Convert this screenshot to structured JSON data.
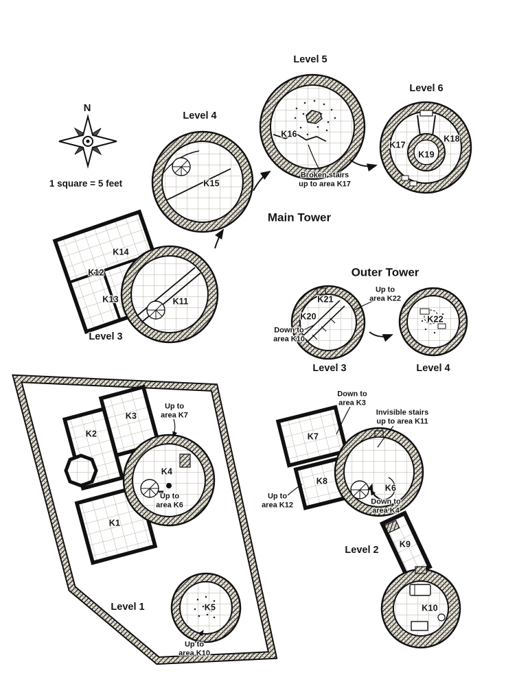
{
  "colors": {
    "ink": "#151515",
    "paper": "#ffffff",
    "grid_line": "#b5ad9e"
  },
  "legend": {
    "north": "N",
    "scale": "1 square = 5 feet"
  },
  "headings": {
    "main_tower": "Main Tower",
    "outer_tower": "Outer Tower"
  },
  "main_tower": {
    "level3": {
      "title": "Level 3",
      "rooms": {
        "k11": "K11",
        "k12": "K12",
        "k13": "K13",
        "k14": "K14"
      }
    },
    "level4": {
      "title": "Level 4",
      "rooms": {
        "k15": "K15"
      }
    },
    "level5": {
      "title": "Level 5",
      "rooms": {
        "k16": "K16"
      },
      "note": "Broken stairs\nup to area K17"
    },
    "level6": {
      "title": "Level 6",
      "rooms": {
        "k17": "K17",
        "k18": "K18",
        "k19": "K19"
      }
    }
  },
  "outer_tower": {
    "level3": {
      "title": "Level 3",
      "rooms": {
        "k20": "K20",
        "k21": "K21"
      },
      "notes": {
        "up_k22": "Up to\narea K22",
        "down_k10": "Down to\narea K10"
      }
    },
    "level4": {
      "title": "Level 4",
      "rooms": {
        "k22": "K22"
      }
    }
  },
  "level1": {
    "title": "Level 1",
    "rooms": {
      "k1": "K1",
      "k2": "K2",
      "k3": "K3",
      "k4": "K4",
      "k5": "K5"
    },
    "notes": {
      "up_k7": "Up to\narea K7",
      "up_k6": "Up to\narea K6",
      "up_k10": "Up to\narea K10"
    }
  },
  "level2": {
    "title": "Level 2",
    "rooms": {
      "k6": "K6",
      "k7": "K7",
      "k8": "K8",
      "k9": "K9",
      "k10": "K10"
    },
    "notes": {
      "down_k3": "Down to\narea K3",
      "invisible_stairs": "Invisible stairs\nup to area K11",
      "up_k12": "Up to\narea K12",
      "down_k4": "Down to\narea K4"
    }
  }
}
